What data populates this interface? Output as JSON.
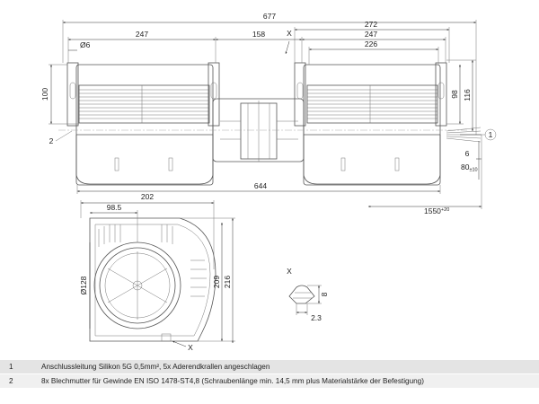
{
  "dimensions": {
    "total_width": "677",
    "half_width": "272",
    "inner_247_right": "247",
    "inner_226": "226",
    "inner_247_left": "247",
    "center_158": "158",
    "hole_dia": "Ø6",
    "height_100": "100",
    "height_98": "98",
    "height_116": "116",
    "base_644": "644",
    "offset_6": "6",
    "tol_80": "80",
    "tol_80_sub": "±10",
    "cable_1550": "1550",
    "cable_1550_sup": "+20",
    "side_202": "202",
    "side_98_5": "98.5",
    "rotor_dia": "Ø128",
    "side_209": "209",
    "side_216": "216",
    "detail_8": "8",
    "detail_2_3": "2.3"
  },
  "callouts": {
    "ref_1": "1",
    "ref_2": "2",
    "view_x_top": "X",
    "view_x_side": "X",
    "view_x_detail": "X"
  },
  "legend": [
    {
      "num": "1",
      "text": "Anschlussleitung Silikon 5G 0,5mm², 5x Aderendkrallen angeschlagen"
    },
    {
      "num": "2",
      "text": "8x Blechmutter für Gewinde EN ISO 1478-ST4,8 (Schraubenlänge min. 14,5 mm plus Materialstärke der Befestigung)"
    }
  ]
}
